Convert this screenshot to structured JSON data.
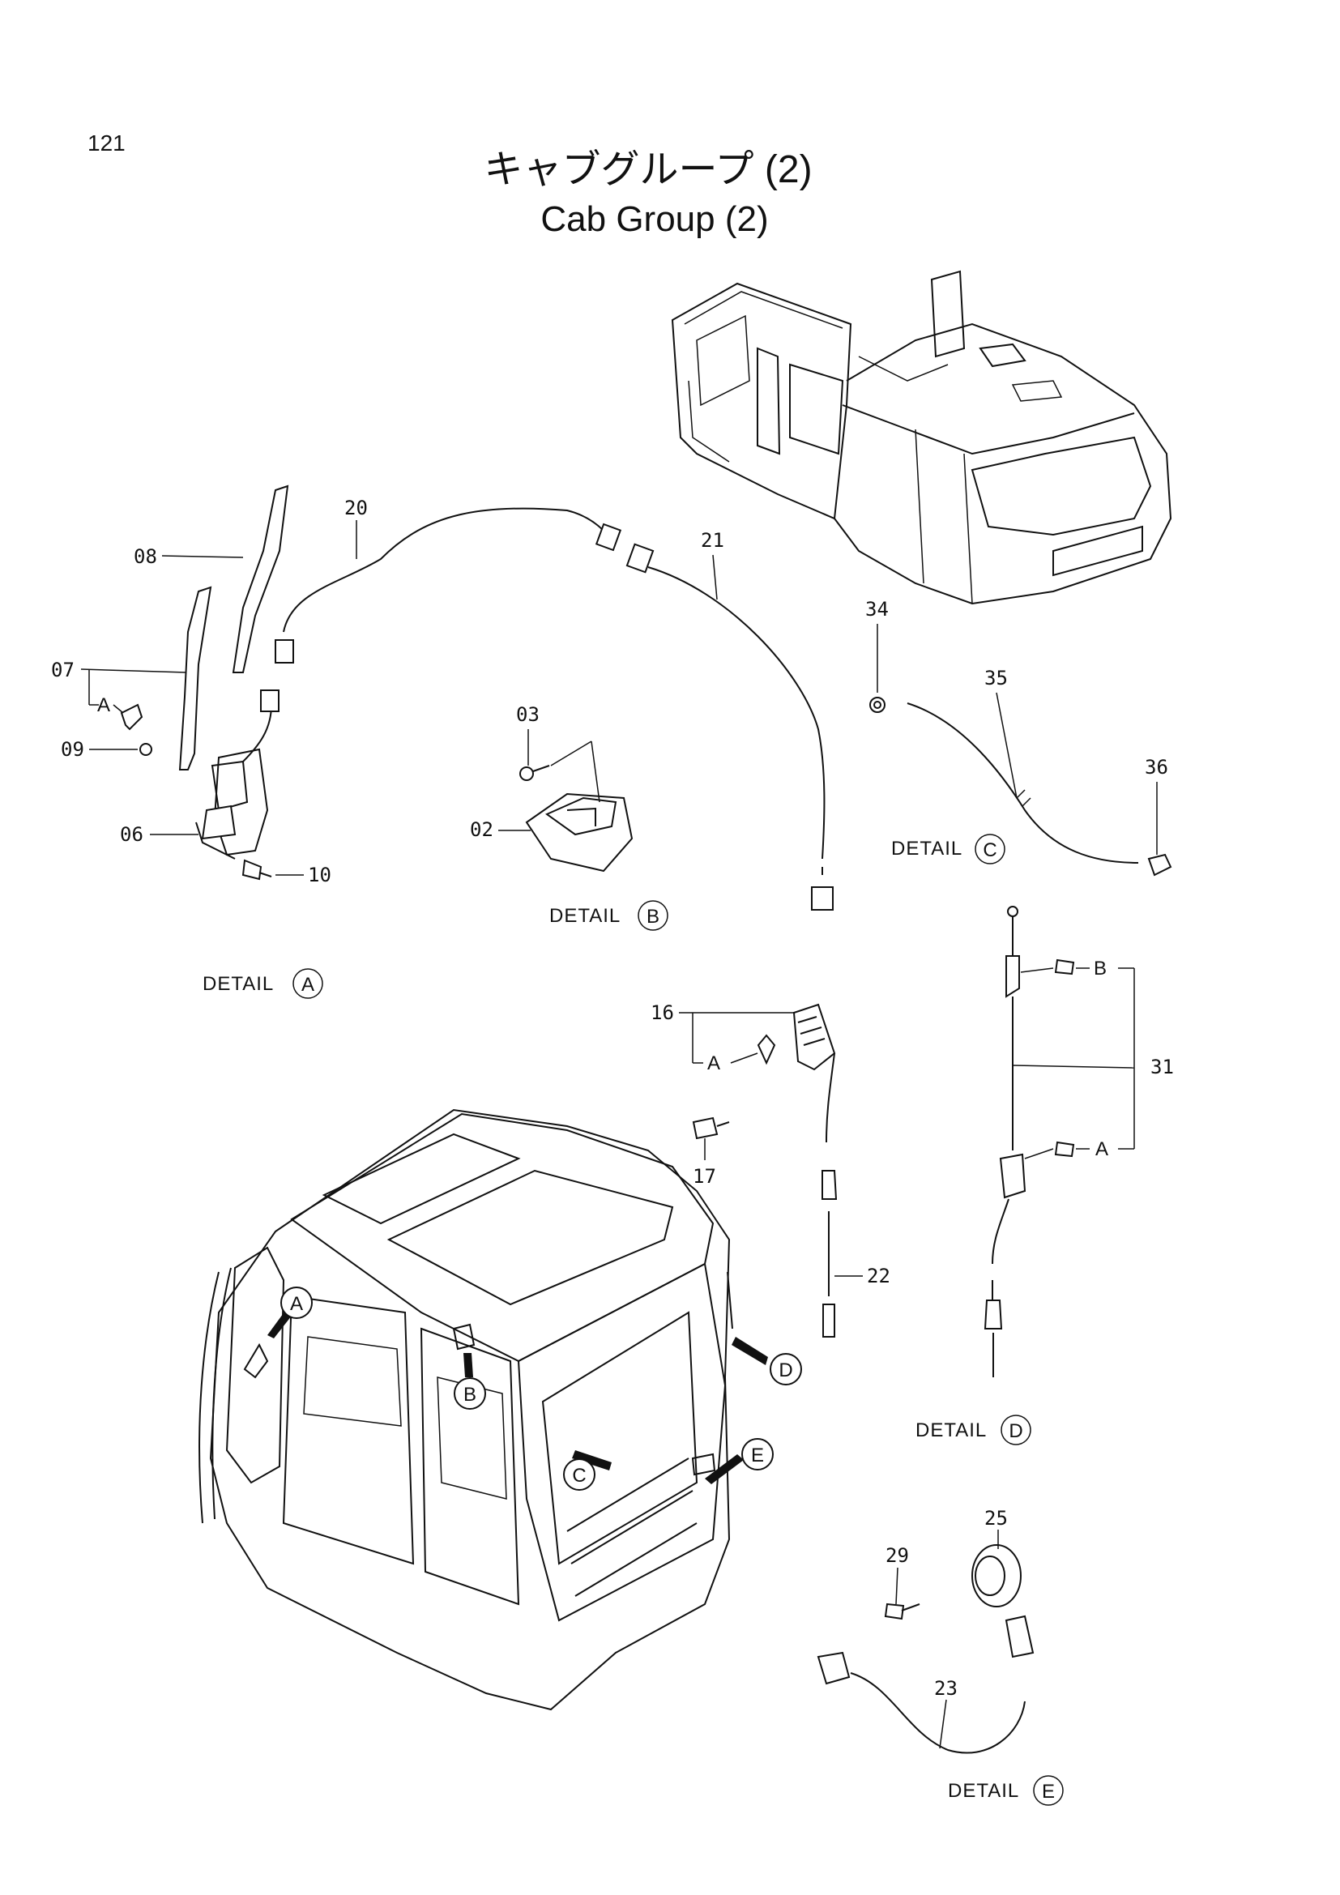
{
  "page_number": "121",
  "title_jp": "キャブグループ (2)",
  "title_en": "Cab Group (2)",
  "part_numbers": {
    "p02": "02",
    "p03": "03",
    "p06": "06",
    "p07": "07",
    "p08": "08",
    "p09": "09",
    "p10": "10",
    "p16": "16",
    "p17": "17",
    "p20": "20",
    "p21": "21",
    "p22": "22",
    "p23": "23",
    "p25": "25",
    "p29": "29",
    "p31": "31",
    "p34": "34",
    "p35": "35",
    "p36": "36"
  },
  "sub_markers": {
    "a": "A",
    "b": "B"
  },
  "details": {
    "a": {
      "label": "DETAIL",
      "letter": "A"
    },
    "b": {
      "label": "DETAIL",
      "letter": "B"
    },
    "c": {
      "label": "DETAIL",
      "letter": "C"
    },
    "d": {
      "label": "DETAIL",
      "letter": "D"
    },
    "e": {
      "label": "DETAIL",
      "letter": "E"
    }
  },
  "cab_callouts": {
    "a": "A",
    "b": "B",
    "c": "C",
    "d": "D",
    "e": "E"
  }
}
